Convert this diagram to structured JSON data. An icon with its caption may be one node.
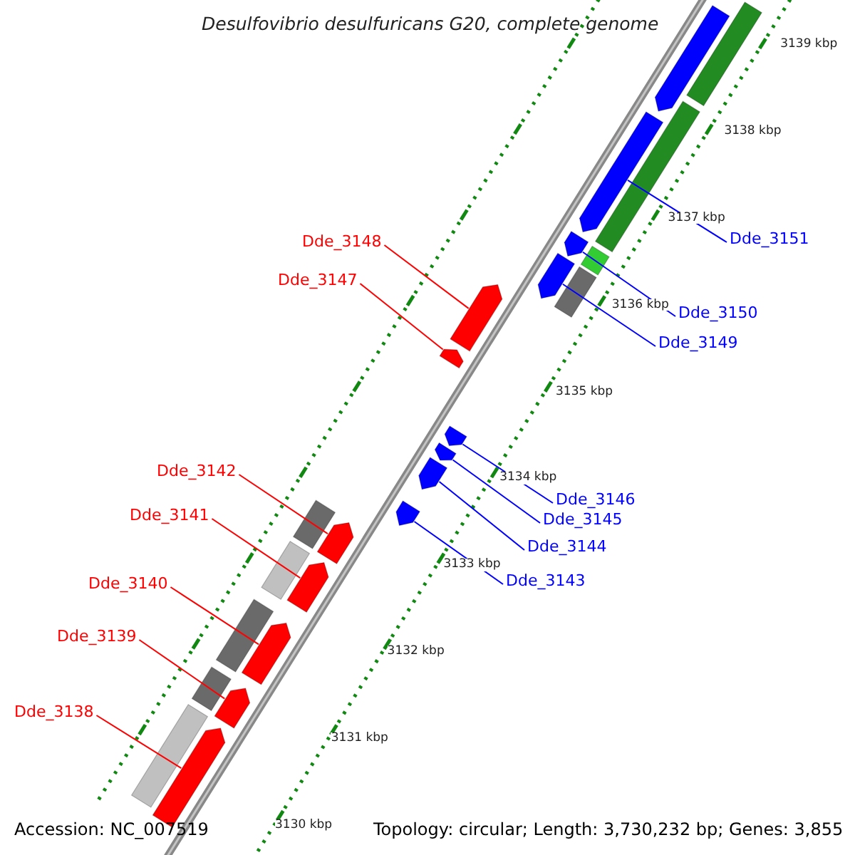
{
  "diagram": {
    "title": "Desulfovibrio desulfuricans G20, complete genome",
    "nodes": [
      {
        "text": [
          "Dde_3148"
        ]
      },
      {
        "text": [
          "Dde_3147"
        ]
      },
      {
        "text": [
          "Dde_3151"
        ]
      },
      {
        "text": [
          "Dde_3150"
        ]
      },
      {
        "text": [
          "Dde_3149"
        ]
      },
      {
        "text": [
          "Dde_3142"
        ]
      },
      {
        "text": [
          "Dde_3141"
        ]
      },
      {
        "text": [
          "Dde_3146"
        ]
      },
      {
        "text": [
          "Dde_3145"
        ]
      },
      {
        "text": [
          "Dde_3144"
        ]
      },
      {
        "text": [
          "Dde_3143"
        ]
      },
      {
        "text": [
          "Dde_3140"
        ]
      },
      {
        "text": [
          "Dde_3139"
        ]
      },
      {
        "text": [
          "Dde_3138"
        ]
      },
      {
        "text": [],
        "shape": "pentagon"
      },
      {
        "text": [],
        "shape": "pentagon"
      },
      {
        "text": [],
        "shape": "pentagon"
      },
      {
        "text": [],
        "shape": "pentagon"
      },
      {
        "text": [],
        "shape": "pentagon"
      },
      {
        "text": [],
        "shape": "pentagon"
      },
      {
        "text": [],
        "shape": "pentagon"
      },
      {
        "text": [],
        "shape": "pentagon"
      },
      {
        "text": [],
        "shape": "pentagon"
      },
      {
        "text": [],
        "shape": "pentagon"
      },
      {
        "text": [],
        "shape": "pentagon"
      },
      {
        "text": [],
        "shape": "pentagon"
      },
      {
        "text": [],
        "shape": "pentagon"
      },
      {
        "text": [],
        "shape": "pentagon"
      },
      {
        "text": [],
        "shape": "rectangle"
      },
      {
        "text": [],
        "shape": "rectangle"
      },
      {
        "text": [],
        "shape": "rectangle"
      },
      {
        "text": [],
        "shape": "rectangle"
      },
      {
        "text": [],
        "shape": "rectangle"
      },
      {
        "text": [],
        "shape": "rectangle"
      },
      {
        "text": [],
        "shape": "rectangle"
      },
      {
        "text": [],
        "shape": "rectangle"
      },
      {
        "text": [],
        "shape": "rectangle"
      },
      {
        "text": [],
        "shape": "pentagon"
      }
    ],
    "edges": [
      {
        "from": 0,
        "to": 14,
        "arrow": "none",
        "color": "#ff0000"
      },
      {
        "from": 1,
        "to": 15,
        "arrow": "none",
        "color": "#ff0000"
      },
      {
        "from": 2,
        "to": 16,
        "arrow": "none",
        "color": "#0000ff"
      },
      {
        "from": 3,
        "to": 17,
        "arrow": "none",
        "color": "#0000ff"
      },
      {
        "from": 4,
        "to": 18,
        "arrow": "none",
        "color": "#0000ff"
      },
      {
        "from": 5,
        "to": 19,
        "arrow": "none",
        "color": "#ff0000"
      },
      {
        "from": 6,
        "to": 20,
        "arrow": "none",
        "color": "#ff0000"
      },
      {
        "from": 7,
        "to": 21,
        "arrow": "none",
        "color": "#0000ff"
      },
      {
        "from": 8,
        "to": 22,
        "arrow": "none",
        "color": "#0000ff"
      },
      {
        "from": 9,
        "to": 23,
        "arrow": "none",
        "color": "#0000ff"
      },
      {
        "from": 10,
        "to": 24,
        "arrow": "none",
        "color": "#0000ff"
      },
      {
        "from": 11,
        "to": 25,
        "arrow": "none",
        "color": "#ff0000"
      },
      {
        "from": 12,
        "to": 26,
        "arrow": "none",
        "color": "#ff0000"
      },
      {
        "from": 13,
        "to": 27,
        "arrow": "none",
        "color": "#ff0000"
      }
    ],
    "labels": [
      "3139 kbp",
      "3138 kbp",
      "3137 kbp",
      "3136 kbp",
      "3135 kbp",
      "3134 kbp",
      "3133 kbp",
      "3132 kbp",
      "3131 kbp",
      "3130 kbp",
      "Accession: NC_007519",
      "Topology: circular; Length: 3,730,232 bp; Genes: 3,855"
    ]
  }
}
